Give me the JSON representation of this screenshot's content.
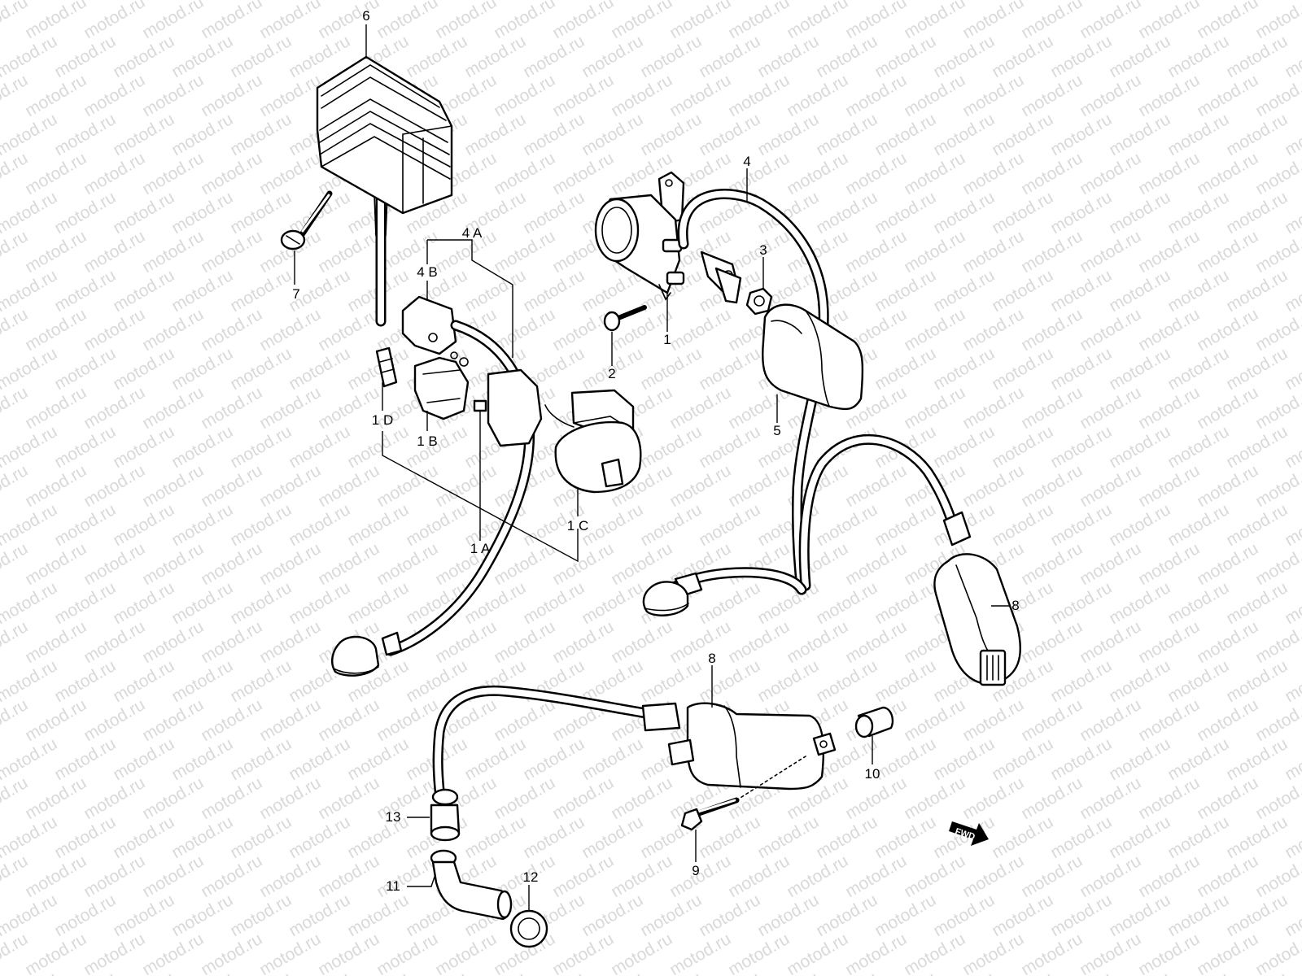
{
  "watermark": {
    "text": "motod.ru",
    "color": "#d9d9d9"
  },
  "diagram": {
    "callouts": {
      "c1": "1",
      "c1a": "1 A",
      "c1b": "1 B",
      "c1c": "1 C",
      "c1d": "1 D",
      "c2": "2",
      "c3": "3",
      "c4": "4",
      "c4a": "4 A",
      "c4b": "4 B",
      "c5": "5",
      "c6": "6",
      "c7": "7",
      "c8a": "8",
      "c8b": "8",
      "c9": "9",
      "c10": "10",
      "c11": "11",
      "c12": "12",
      "c13": "13"
    },
    "fwd_badge": "FWD"
  }
}
